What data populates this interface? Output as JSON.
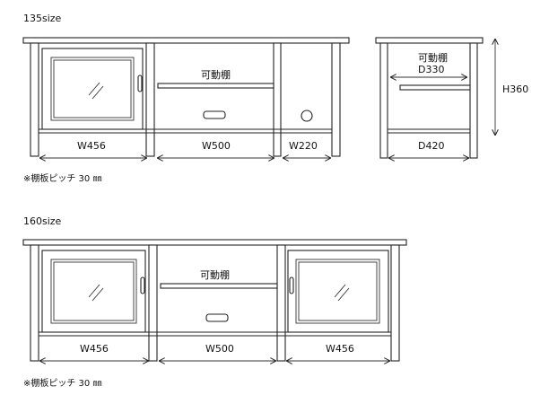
{
  "size135": {
    "title": "135size",
    "shelf_label": "可動棚",
    "dims": {
      "w1": "W456",
      "w2": "W500",
      "w3": "W220"
    },
    "side": {
      "shelf_label": "可動棚",
      "depth_inner": "D330",
      "depth": "D420",
      "height": "H360"
    },
    "note": "※棚板ピッチ 30 ㎜"
  },
  "size160": {
    "title": "160size",
    "shelf_label": "可動棚",
    "dims": {
      "w1": "W456",
      "w2": "W500",
      "w3": "W456"
    },
    "note": "※棚板ピッチ 30 ㎜"
  }
}
